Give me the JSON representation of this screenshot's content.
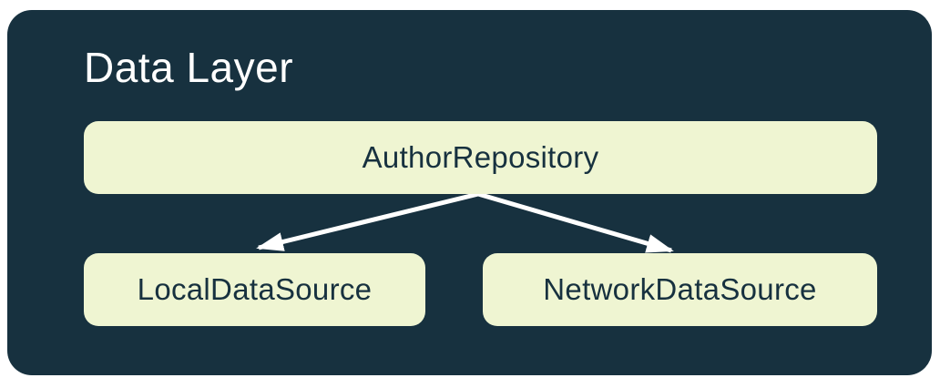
{
  "diagram": {
    "title": "Data Layer",
    "nodes": {
      "repository": {
        "label": "AuthorRepository"
      },
      "local": {
        "label": "LocalDataSource"
      },
      "network": {
        "label": "NetworkDataSource"
      }
    },
    "edges": [
      {
        "from": "AuthorRepository",
        "to": "LocalDataSource"
      },
      {
        "from": "AuthorRepository",
        "to": "NetworkDataSource"
      }
    ],
    "colors": {
      "page_bg": "#ffffff",
      "container_bg": "#17313f",
      "node_bg": "#eff5d2",
      "node_text": "#17313f",
      "title_text": "#ffffff",
      "arrow": "#ffffff"
    }
  }
}
